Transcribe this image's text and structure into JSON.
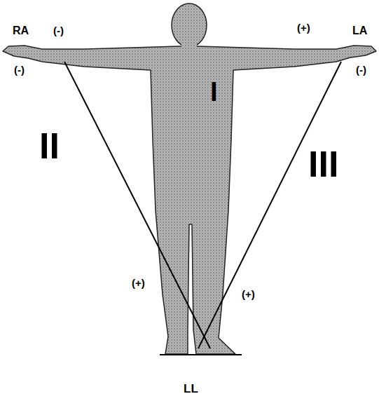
{
  "diagram": {
    "labels": [
      "RA",
      "(-)",
      "(-)",
      "(+)",
      "LA",
      "(-)",
      "I",
      "II",
      "III",
      "(+)",
      "(+)",
      "LL"
    ]
  }
}
